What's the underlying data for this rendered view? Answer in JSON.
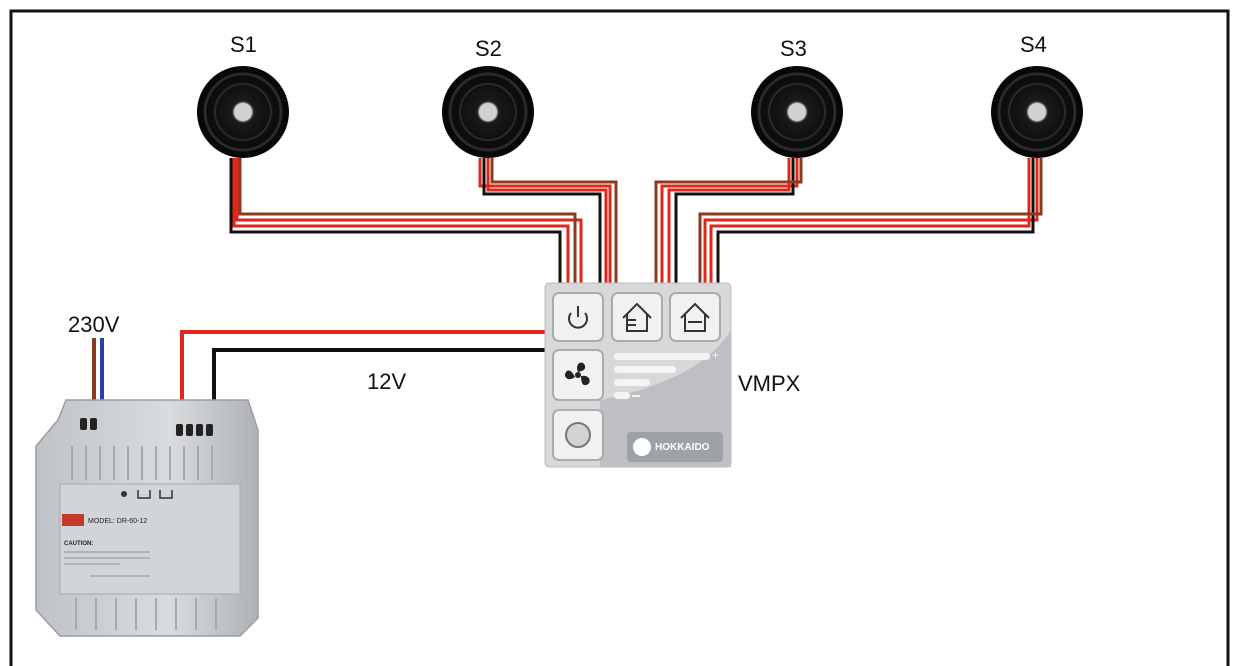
{
  "sensors": [
    {
      "label": "S1"
    },
    {
      "label": "S2"
    },
    {
      "label": "S3"
    },
    {
      "label": "S4"
    }
  ],
  "supply": {
    "label": "230V"
  },
  "output": {
    "label": "12V"
  },
  "controller": {
    "label": "VMPX",
    "brand_text": "HOKKAIDO",
    "buttons": [
      "power-icon",
      "house-icon",
      "house-fan-icon",
      "fan-icon",
      "round-button-icon"
    ]
  },
  "power_supply": {
    "model_text": "MODEL: DR-60-12",
    "caution_text": "CAUTION:"
  },
  "colors": {
    "wire_red": "#e1261c",
    "wire_black": "#111111",
    "wire_brown": "#8a3a1e",
    "wire_blue": "#2a3fa8",
    "frame": "#111111"
  }
}
